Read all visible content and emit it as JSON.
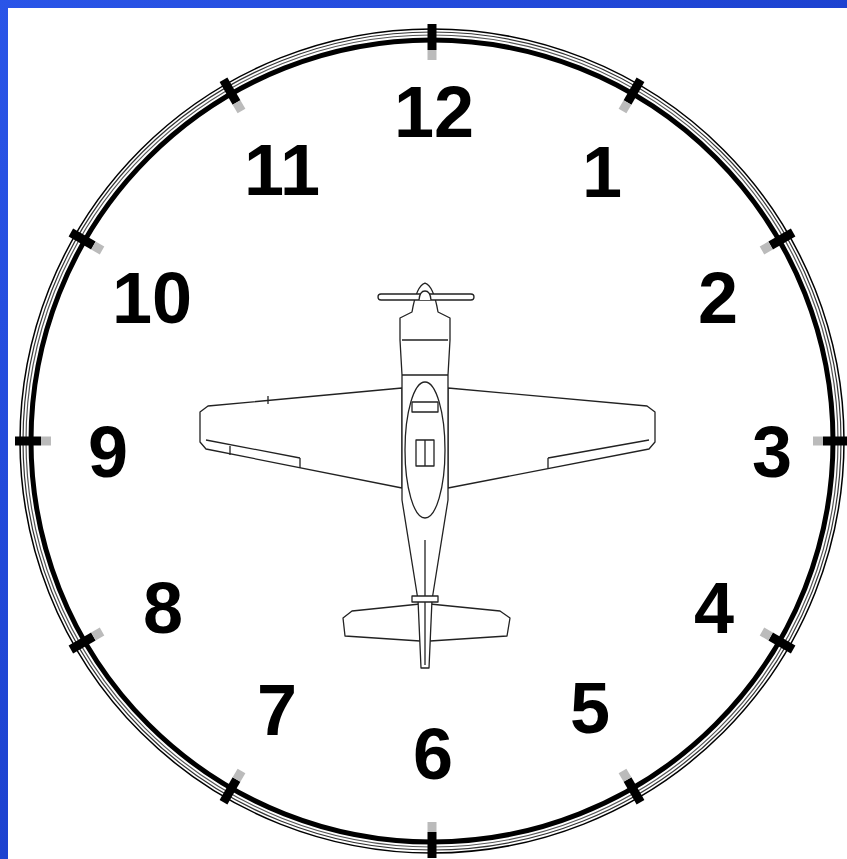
{
  "diagram": {
    "labels": [
      "12",
      "1",
      "2",
      "3",
      "4",
      "5",
      "6",
      "7",
      "8",
      "9",
      "10",
      "11"
    ]
  }
}
